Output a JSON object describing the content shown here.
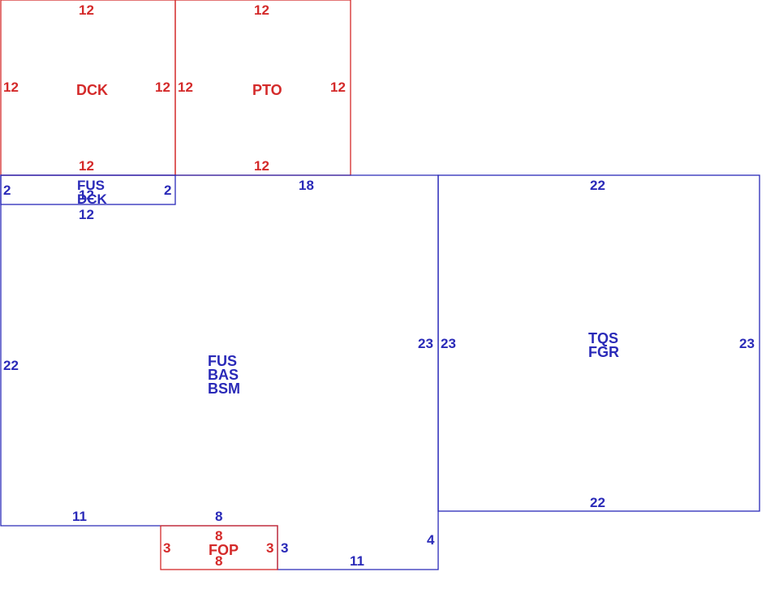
{
  "colors": {
    "red": "#d42a2a",
    "blue": "#2a2ab8",
    "background": "#ffffff"
  },
  "dck_upper": {
    "label": "DCK",
    "top": "12",
    "left": "12",
    "right": "12",
    "bottom": "12"
  },
  "pto": {
    "label": "PTO",
    "top": "12",
    "left": "12",
    "right": "12",
    "bottom": "12"
  },
  "fus_dck": {
    "line1": "FUS",
    "line2": "DCK",
    "left": "2",
    "right": "2",
    "bottom": "12",
    "top_overlap": "12"
  },
  "main": {
    "line1": "FUS",
    "line2": "BAS",
    "line3": "BSM",
    "top": "18",
    "left": "22",
    "right": "23",
    "bottom_left": "11",
    "bottom_mid": "8",
    "step_right": "3",
    "step_side": "4",
    "bottom_right": "11"
  },
  "garage": {
    "line1": "TQS",
    "line2": "FGR",
    "top": "22",
    "left": "23",
    "right": "23",
    "bottom": "22"
  },
  "fop": {
    "label": "FOP",
    "top": "8",
    "left": "3",
    "right": "3",
    "bottom": "8"
  }
}
